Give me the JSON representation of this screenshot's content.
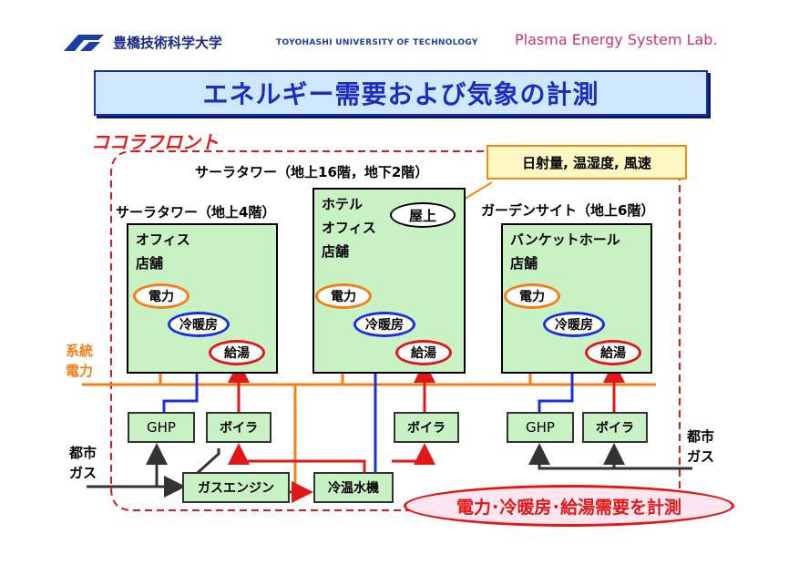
{
  "header": {
    "university_jp": "豊橋技術科学大学",
    "university_en": "TOYOHASHI UNIVERSITY OF TECHNOLOGY",
    "lab_name": "Plasma Energy System Lab."
  },
  "title": "エネルギー需要および気象の計測",
  "site_name": "ココラフロント",
  "weather_callout": "日射量, 温湿度, 風速",
  "roof_label": "屋上",
  "buildings": {
    "tower_main": "サーラタワー（地上16階，地下2階）",
    "tower_left_title": "サーラタワー（地上4階）",
    "tower_left_lines": [
      "オフィス",
      "店舗"
    ],
    "center_lines": [
      "ホテル",
      "オフィス",
      "店舗"
    ],
    "garden_title": "ガーデンサイト（地上6階）",
    "garden_lines": [
      "バンケットホール",
      "店舗"
    ]
  },
  "demand": {
    "power": "電力",
    "heating_cooling": "冷暖房",
    "hot_water": "給湯"
  },
  "equipment": {
    "ghp": "GHP",
    "boiler": "ボイラ",
    "gas_engine": "ガスエンジン",
    "chiller": "冷温水機"
  },
  "inputs": {
    "grid_power": [
      "系統",
      "電力"
    ],
    "city_gas_left": [
      "都市",
      "ガス"
    ],
    "city_gas_right": [
      "都市",
      "ガス"
    ]
  },
  "measurement_note": "電力･冷暖房･給湯需要を計測",
  "colors": {
    "power_line": "#f57f17",
    "heat_line": "#1a2fe0",
    "hot_water_line": "#e01818",
    "gas_line": "#333333",
    "building_fill": "#c9f2c4",
    "title_fill": "#cfe8ff"
  }
}
